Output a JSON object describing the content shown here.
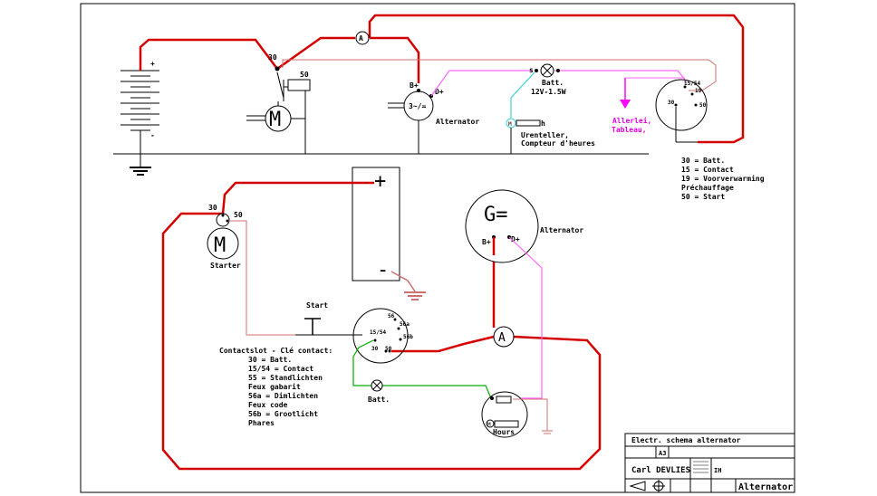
{
  "colors": {
    "power": "#d40000",
    "charge": "#ff66ff",
    "lamp": "#00b000",
    "meter": "#40d0d0",
    "ground": "#d07070",
    "line": "#000000"
  },
  "top": {
    "plus": "+",
    "minus": "-",
    "relay_30": "30",
    "relay_50": "50",
    "motor": "M",
    "ammeter": "A",
    "alt_bplus": "B+",
    "alt_dplus": "D+",
    "alt_symbol": "3~/=",
    "alt_label": "Alternator",
    "lamp_s": "s",
    "lamp_label": "Batt.",
    "lamp_rating": "12V-1.5W",
    "meter_m": "M",
    "meter_h": "h",
    "meter_label1": "Urenteller,",
    "meter_label2": "Compteur d'heures",
    "switch_1554": "15/54",
    "switch_19": "19",
    "switch_30": "30",
    "switch_50": "50",
    "arrow_label1": "Allerlei,",
    "arrow_label2": "Tableau,"
  },
  "legend_top": [
    "30  = Batt.",
    "15  = Contact",
    "19  = Voorverwarming",
    "      Préchauffage",
    "50  = Start"
  ],
  "bottom": {
    "plus": "+",
    "minus": "-",
    "starter_30": "30",
    "starter_50": "50",
    "starter_m": "M",
    "starter_label": "Starter",
    "gen": "G=",
    "gen_label": "Alternator",
    "gen_bplus": "B+",
    "gen_dplus": "D+",
    "ammeter": "A",
    "start_label": "Start",
    "sw_56": "56",
    "sw_56a": "56a",
    "sw_56b": "56b",
    "sw_1554": "15/54",
    "sw_30": "30",
    "sw_50": "50",
    "lamp_label": "Batt.",
    "hours_m": "M",
    "hours_label": "Hours"
  },
  "legend_bottom": [
    "Contactslot - Clé contact:",
    "30   = Batt.",
    "15/54 = Contact",
    "55   = Standlichten",
    "  Feux gabarit",
    "56a  = Dimlichten",
    "  Feux code",
    "56b  = Grootlicht",
    "  Phares"
  ],
  "titleblock": {
    "title": "Electr. schema alternator",
    "format": "A3",
    "author": "Carl DEVLIES",
    "code": "IH",
    "name": "Alternator"
  }
}
